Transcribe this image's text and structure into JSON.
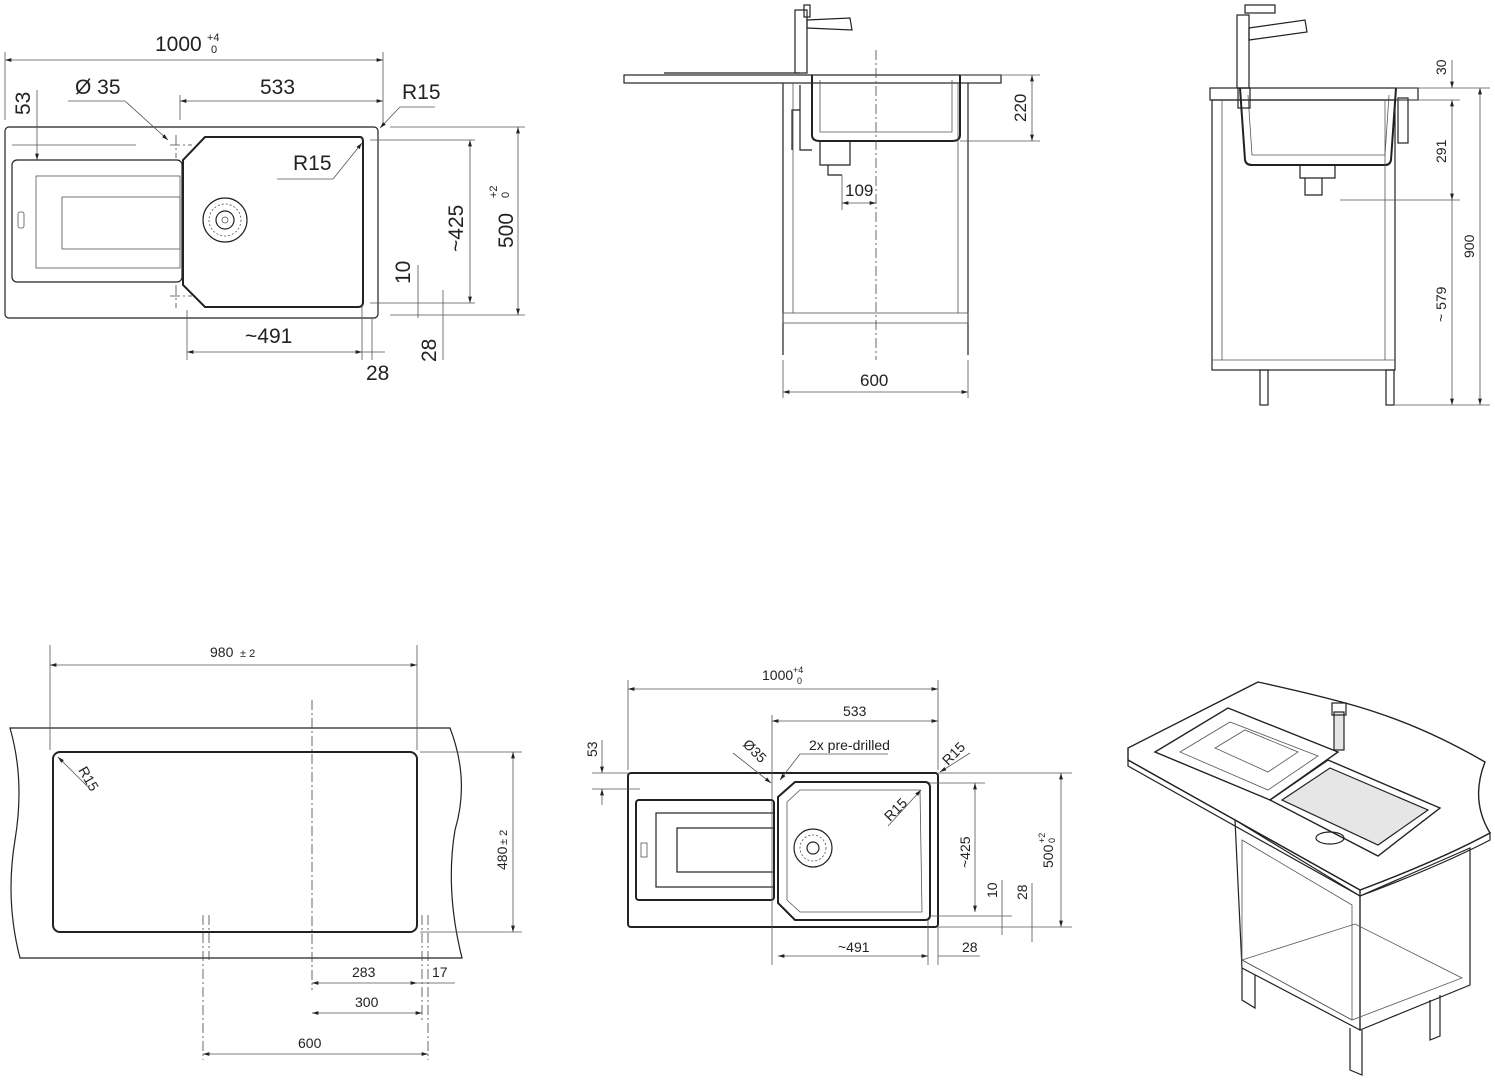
{
  "top_view": {
    "width": "1000",
    "width_tol_upper": "+4",
    "width_tol_lower": "0",
    "basin_width": "533",
    "hole_diameter": "Ø 35",
    "corner_radius_outer": "R15",
    "corner_radius_inner": "R15",
    "offset_top": "53",
    "basin_depth": "~425",
    "depth": "500",
    "depth_tol_upper": "+2",
    "depth_tol_lower": "0",
    "offset_10": "10",
    "offset_28_v": "28",
    "basin_length": "~491",
    "offset_28_h": "28"
  },
  "side_view": {
    "basin_height": "220",
    "drain_offset": "109",
    "cabinet_width": "600"
  },
  "section_view": {
    "top": "30",
    "basin": "291",
    "total_height": "900",
    "lower": "~ 579"
  },
  "cutout_view": {
    "width": "980",
    "width_tol": "± 2",
    "depth": "480",
    "depth_tol": "± 2",
    "radius": "R15",
    "d283": "283",
    "d17": "17",
    "d300": "300",
    "d600": "600"
  },
  "top_view_2": {
    "width": "1000",
    "width_tol_upper": "+4",
    "width_tol_lower": "0",
    "basin_width": "533",
    "predrilled": "2x pre-drilled",
    "hole_diameter": "Ø35",
    "corner_radius_outer": "R15",
    "corner_radius_inner": "R15",
    "offset_top": "53",
    "basin_depth": "~425",
    "depth": "500",
    "depth_tol_upper": "+2",
    "depth_tol_lower": "0",
    "offset_10": "10",
    "offset_28_v": "28",
    "basin_length": "~491",
    "offset_28_h": "28"
  }
}
